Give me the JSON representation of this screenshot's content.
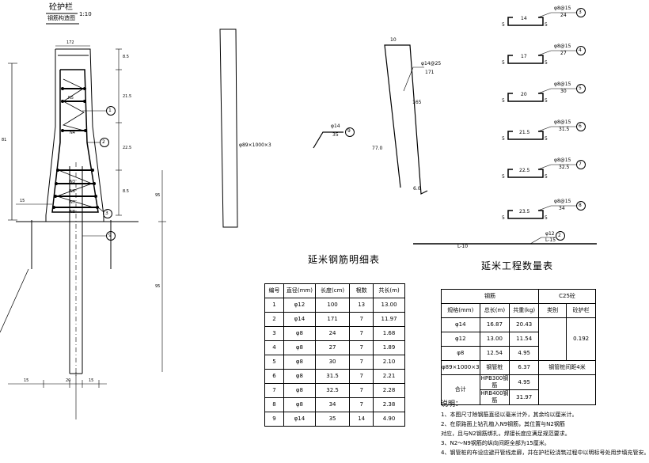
{
  "header": {
    "title": "砼护栏",
    "subtitle": "钢筋构造图",
    "scale": "1:10"
  },
  "main_dims": {
    "top_width": "172",
    "d_a": "8.5",
    "d_b": "21.5",
    "d_c": "22.5",
    "d_d": "8.5",
    "left_height": "81",
    "right_a": "95",
    "right_b": "95",
    "step": "15",
    "bottom_a": "15",
    "bottom_b": "20",
    "bottom_c": "15",
    "callouts": [
      "1",
      "2",
      "3",
      "9"
    ],
    "n_labels": [
      "N5",
      "N4",
      "N3",
      "N6",
      "N7",
      "N8"
    ]
  },
  "post_label": "φ89×1000×3",
  "bar9": {
    "spec": "φ14",
    "len": "35",
    "num": "9"
  },
  "bar_a": {
    "top": "10",
    "spec": "φ14@25",
    "len": "171",
    "side": "165",
    "vert": "77.0",
    "foot": "6.0"
  },
  "stirrups": [
    {
      "num": "3",
      "spec": "φ8@15",
      "total": "24",
      "inner": "14",
      "side": "5"
    },
    {
      "num": "4",
      "spec": "φ8@15",
      "total": "27",
      "inner": "17",
      "side": "5"
    },
    {
      "num": "5",
      "spec": "φ8@15",
      "total": "30",
      "inner": "20",
      "side": "5"
    },
    {
      "num": "6",
      "spec": "φ8@15",
      "total": "31.5",
      "inner": "21.5",
      "side": "5"
    },
    {
      "num": "7",
      "spec": "φ8@15",
      "total": "32.5",
      "inner": "22.5",
      "side": "5"
    },
    {
      "num": "8",
      "spec": "φ8@15",
      "total": "34",
      "inner": "23.5",
      "side": "5"
    }
  ],
  "long_bar": {
    "num": "2",
    "spec": "φ12",
    "note": "L-15",
    "label": "L-10"
  },
  "table1": {
    "title": "延米钢筋明细表",
    "headers": [
      "编号",
      "直径(mm)",
      "长度(cm)",
      "根数",
      "共长(m)"
    ],
    "rows": [
      [
        "1",
        "φ12",
        "100",
        "13",
        "13.00"
      ],
      [
        "2",
        "φ14",
        "171",
        "7",
        "11.97"
      ],
      [
        "3",
        "φ8",
        "24",
        "7",
        "1.68"
      ],
      [
        "4",
        "φ8",
        "27",
        "7",
        "1.89"
      ],
      [
        "5",
        "φ8",
        "30",
        "7",
        "2.10"
      ],
      [
        "6",
        "φ8",
        "31.5",
        "7",
        "2.21"
      ],
      [
        "7",
        "φ8",
        "32.5",
        "7",
        "2.28"
      ],
      [
        "8",
        "φ8",
        "34",
        "7",
        "2.38"
      ],
      [
        "9",
        "φ14",
        "35",
        "14",
        "4.90"
      ]
    ]
  },
  "table2": {
    "title": "延米工程数量表",
    "h_rebar": "钢筋",
    "h_concrete": "C25砼",
    "h_spec": "规格(mm)",
    "h_length": "总长(m)",
    "h_weight": "共重(kg)",
    "h_type": "类别",
    "h_item": "砼护栏",
    "rows": [
      [
        "φ14",
        "16.87",
        "20.43"
      ],
      [
        "φ12",
        "13.00",
        "11.54"
      ],
      [
        "φ8",
        "12.54",
        "4.95"
      ]
    ],
    "concrete_val": "0.192",
    "post": {
      "spec": "φ89×1000×3",
      "name": "钢管桩",
      "val": "6.37",
      "note": "钢管桩间距4米"
    },
    "total_label": "合计",
    "hpb": "HPB300钢筋",
    "hpb_val": "4.95",
    "hrb": "HRB400钢筋",
    "hrb_val": "31.97"
  },
  "notes": {
    "title": "说明：",
    "items": [
      "1、本图尺寸除钢筋直径以毫米计外，其余均以厘米计。",
      "2、在原路面上钻孔植入N9钢筋，其位置与N2钢筋",
      "对应，且与N2钢筋绑扎，焊接长度应满足规范要求。",
      "3、N2～N9钢筋的纵向间距全部为15厘米。",
      "4、钢管桩的布设应避开管线走廊，并在护栏砼浇筑过程中以明标号处用步填充管安。"
    ]
  }
}
